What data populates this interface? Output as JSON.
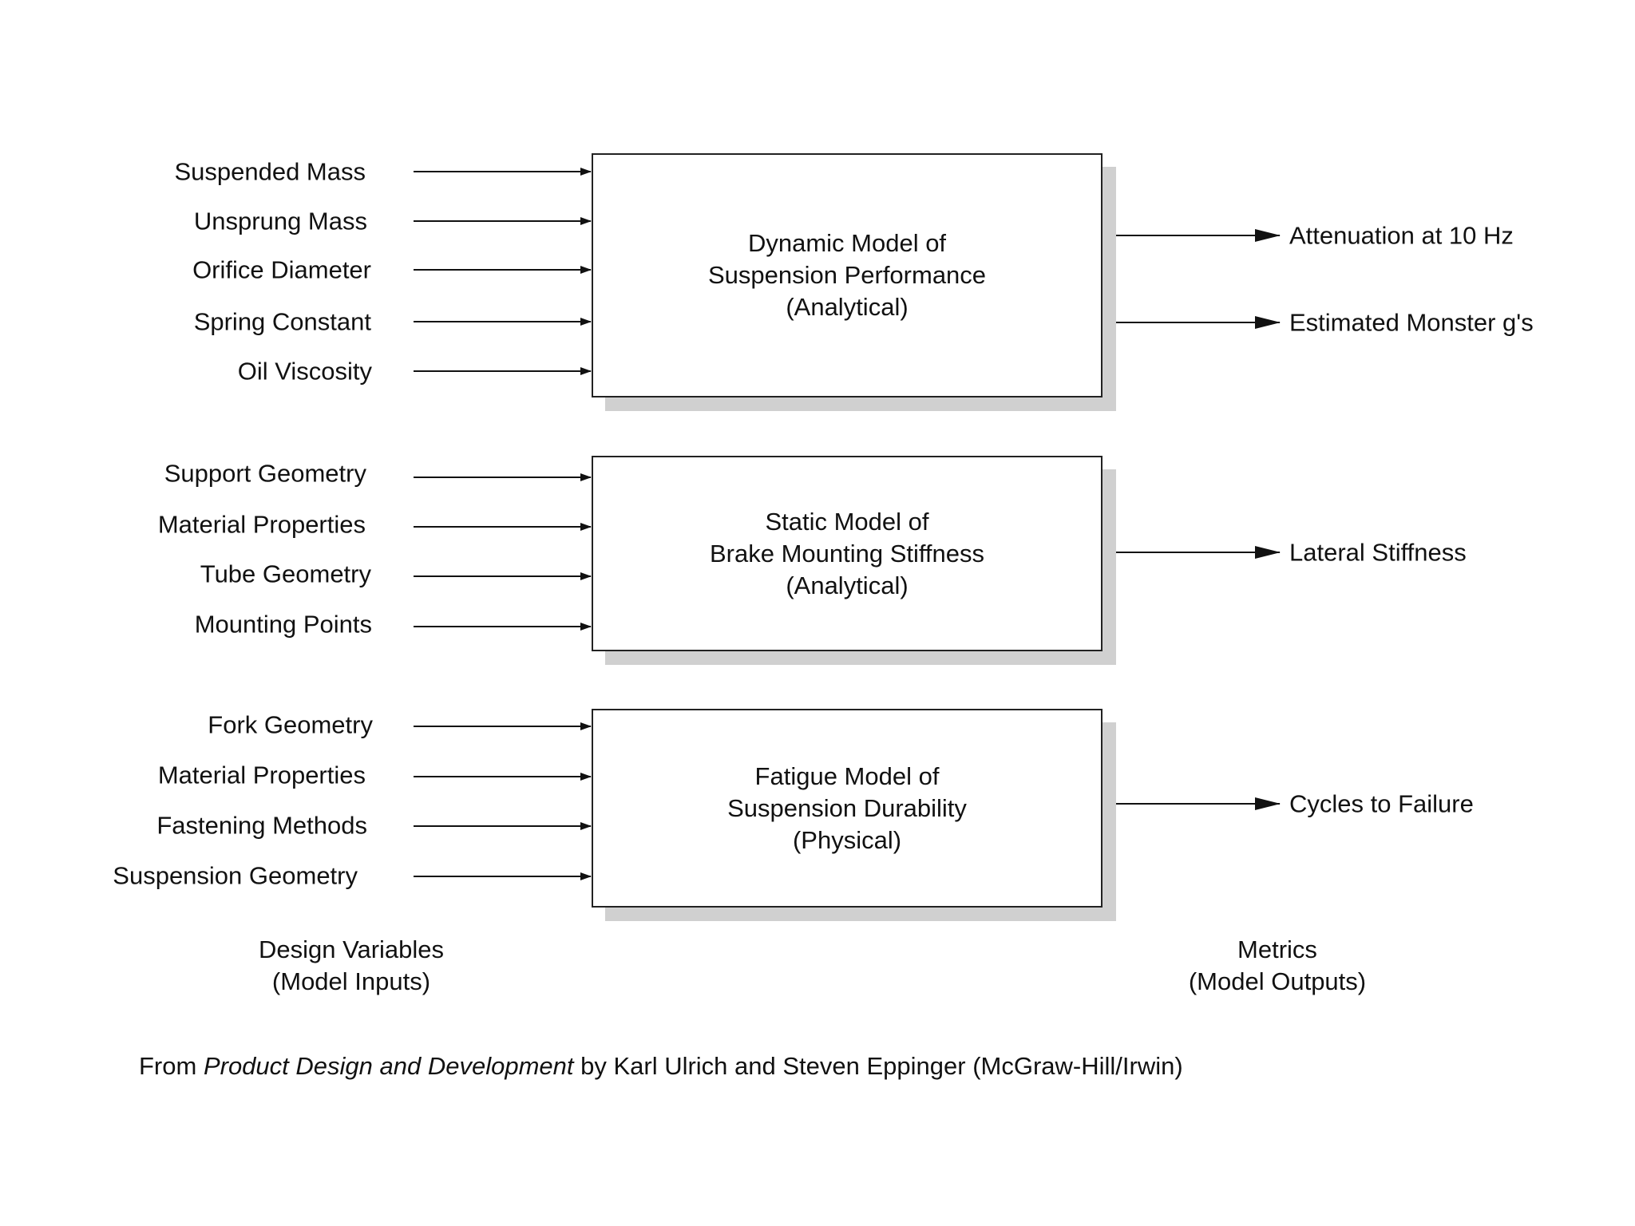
{
  "models": [
    {
      "title_lines": [
        "Dynamic Model of",
        "Suspension Performance",
        "(Analytical)"
      ],
      "inputs": [
        "Suspended Mass",
        "Unsprung Mass",
        "Orifice Diameter",
        "Spring Constant",
        "Oil Viscosity"
      ],
      "outputs": [
        "Attenuation at 10 Hz",
        "Estimated Monster g's"
      ]
    },
    {
      "title_lines": [
        "Static Model of",
        "Brake Mounting Stiffness",
        "(Analytical)"
      ],
      "inputs": [
        "Support Geometry",
        "Material Properties",
        "Tube Geometry",
        "Mounting Points"
      ],
      "outputs": [
        "Lateral Stiffness"
      ]
    },
    {
      "title_lines": [
        "Fatigue Model of",
        "Suspension Durability",
        "(Physical)"
      ],
      "inputs": [
        "Fork Geometry",
        "Material Properties",
        "Fastening Methods",
        "Suspension Geometry"
      ],
      "outputs": [
        "Cycles to Failure"
      ]
    }
  ],
  "footer": {
    "inputs_label": [
      "Design Variables",
      "(Model Inputs)"
    ],
    "outputs_label": [
      "Metrics",
      "(Model Outputs)"
    ]
  },
  "caption": {
    "prefix": "From ",
    "title": "Product Design and Development",
    "suffix": " by Karl Ulrich and Steven Eppinger (McGraw-Hill/Irwin)"
  }
}
